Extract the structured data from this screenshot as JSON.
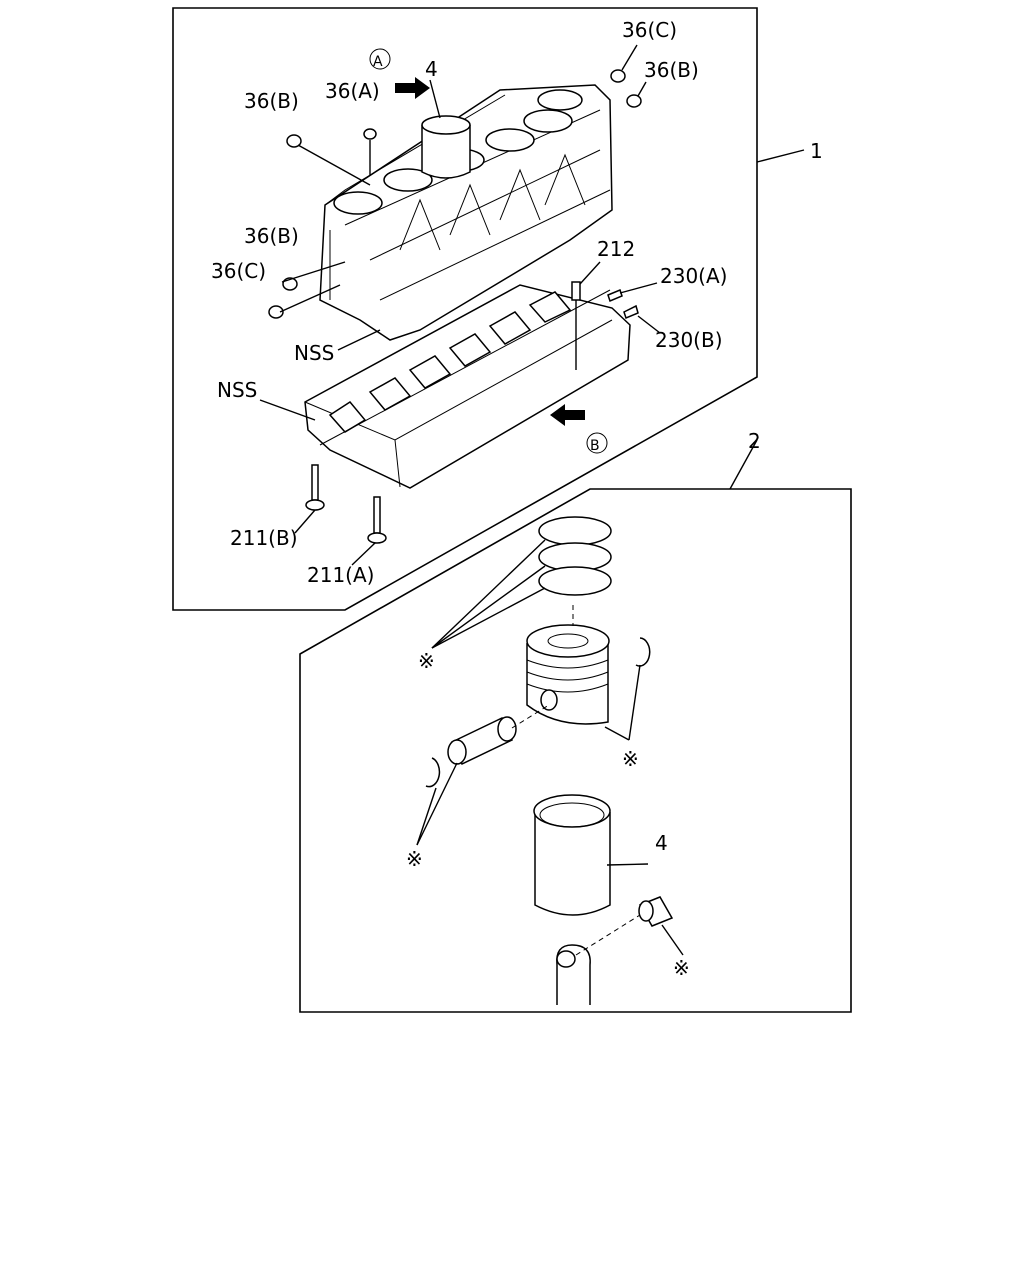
{
  "callouts": {
    "c36c_top": "36(C)",
    "c36b_top": "36(B)",
    "c1": "1",
    "c36b_left": "36(B)",
    "c36a": "36(A)",
    "cA": "A",
    "c4_top": "4",
    "c36b_mid": "36(B)",
    "c36c_mid": "36(C)",
    "c212": "212",
    "c230a": "230(A)",
    "c230b": "230(B)",
    "nss1": "NSS",
    "nss2": "NSS",
    "cB": "B",
    "c2": "2",
    "c211b": "211(B)",
    "c211a": "211(A)",
    "star1": "※",
    "star2": "※",
    "star3": "※",
    "star4": "※",
    "c4_bottom": "4"
  }
}
